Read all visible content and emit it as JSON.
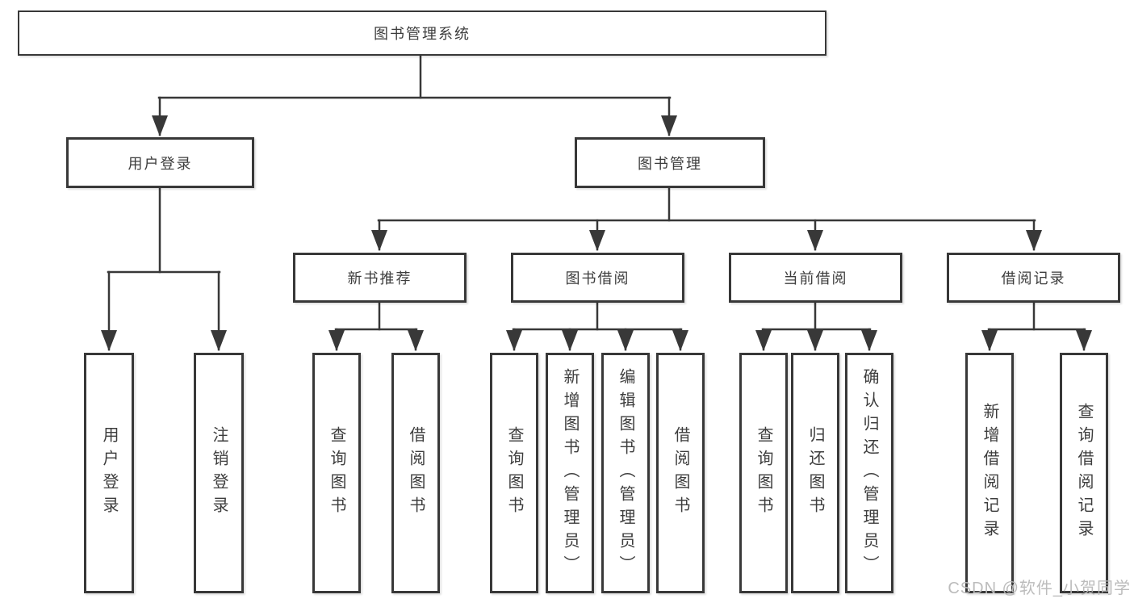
{
  "diagram_type": "hierarchy",
  "root": {
    "label": "图书管理系统"
  },
  "branches": [
    {
      "label": "用户登录",
      "children": [
        {
          "label": "用户登录"
        },
        {
          "label": "注销登录"
        }
      ]
    },
    {
      "label": "图书管理",
      "children": [
        {
          "label": "新书推荐",
          "children": [
            {
              "label": "查询图书"
            },
            {
              "label": "借阅图书"
            }
          ]
        },
        {
          "label": "图书借阅",
          "children": [
            {
              "label": "查询图书"
            },
            {
              "label": "新增图书（管理员）"
            },
            {
              "label": "编辑图书（管理员）"
            },
            {
              "label": "借阅图书"
            }
          ]
        },
        {
          "label": "当前借阅",
          "children": [
            {
              "label": "查询图书"
            },
            {
              "label": "归还图书"
            },
            {
              "label": "确认归还（管理员）"
            }
          ]
        },
        {
          "label": "借阅记录",
          "children": [
            {
              "label": "新增借阅记录"
            },
            {
              "label": "查询借阅记录"
            }
          ]
        }
      ]
    }
  ],
  "watermark": {
    "text": "CSDN @软件_小贺同学"
  },
  "colors": {
    "line": "#383838",
    "box_border": "#383838",
    "text": "#3d3d3d",
    "watermark_text": "#b9b9b9",
    "background": "#ffffff"
  }
}
